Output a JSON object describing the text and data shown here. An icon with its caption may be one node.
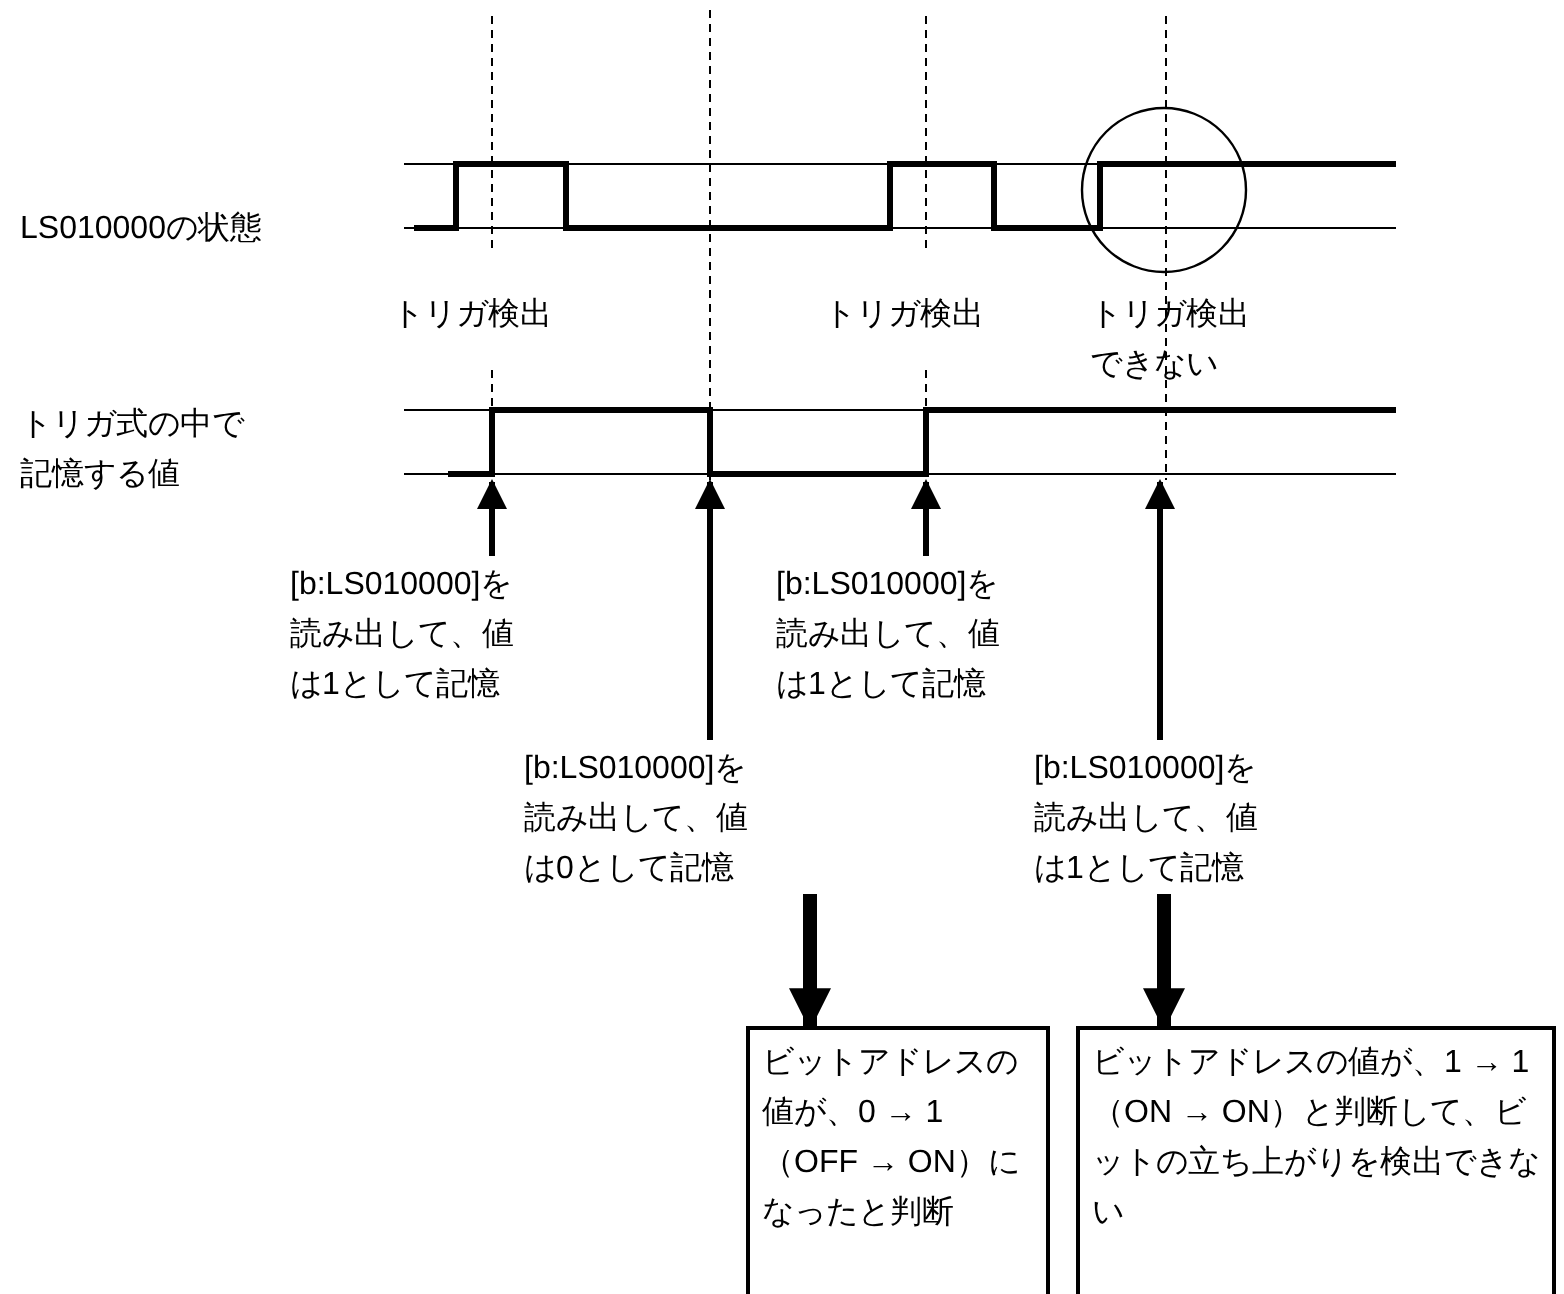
{
  "diagram": {
    "nodes": [
      {
        "text": [
          "[b:LS010000]を読み出して、値は1として記憶"
        ]
      },
      {
        "text": [
          "[b:LS010000]を読み出して、値は0として記憶"
        ]
      },
      {
        "text": [
          "[b:LS010000]を読み出して、値は1として記憶"
        ]
      },
      {
        "text": [
          "[b:LS010000]を読み出して、値は1として記憶"
        ]
      },
      {
        "text": [
          "ビットアドレスの値が、0 → 1（OFF → ON）になったと判断"
        ]
      },
      {
        "text": [
          "ビットアドレスの値が、1 → 1（ON → ON）と判断して、ビットの立ち上がりを検出できない"
        ]
      }
    ],
    "edges": [
      {
        "from": 0,
        "to": null,
        "arrow": "to"
      },
      {
        "from": 1,
        "to": null,
        "arrow": "to"
      },
      {
        "from": 2,
        "to": null,
        "arrow": "to"
      },
      {
        "from": 3,
        "to": null,
        "arrow": "to"
      },
      {
        "from": 1,
        "to": 4,
        "arrow": "to",
        "style": "thick"
      },
      {
        "from": 3,
        "to": 5,
        "arrow": "to",
        "style": "thick"
      }
    ],
    "labels": [
      "LS010000の状態",
      "トリガ検出",
      "トリガ検出",
      "トリガ検出できない",
      "トリガ式の中で記憶する値"
    ]
  }
}
